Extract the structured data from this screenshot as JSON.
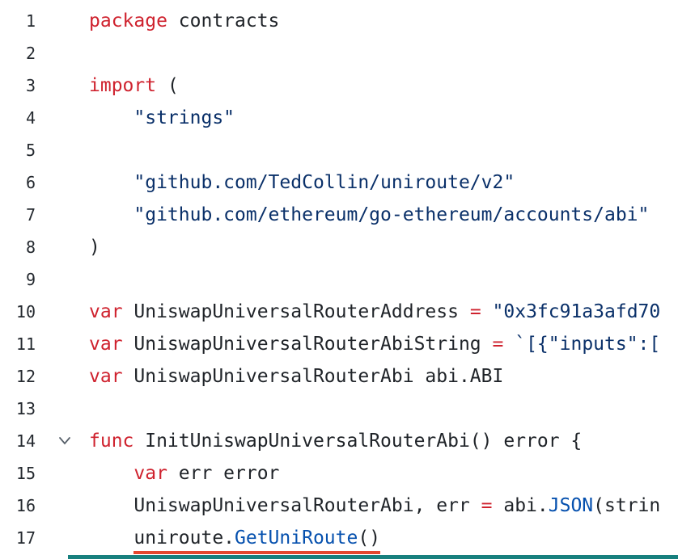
{
  "editor": {
    "language": "go",
    "colors": {
      "background": "#ffffff",
      "keyword": "#cf222e",
      "string": "#0a3069",
      "function": "#0550ae",
      "plain": "#1f2328",
      "line_number": "#24292f",
      "fold_icon": "#57606a",
      "error_underline": "#e5472f",
      "bottom_bar": "#17807e"
    },
    "icons": {
      "fold": "chevron-down-icon"
    },
    "lines": [
      {
        "num": "1",
        "tokens": [
          {
            "t": "package",
            "c": "keyword"
          },
          {
            "t": " contracts",
            "c": "plain"
          }
        ]
      },
      {
        "num": "2",
        "tokens": []
      },
      {
        "num": "3",
        "tokens": [
          {
            "t": "import",
            "c": "keyword"
          },
          {
            "t": " (",
            "c": "plain"
          }
        ]
      },
      {
        "num": "4",
        "tokens": [
          {
            "t": "    ",
            "c": "plain"
          },
          {
            "t": "\"strings\"",
            "c": "string"
          }
        ]
      },
      {
        "num": "5",
        "tokens": []
      },
      {
        "num": "6",
        "tokens": [
          {
            "t": "    ",
            "c": "plain"
          },
          {
            "t": "\"github.com/TedCollin/uniroute/v2\"",
            "c": "string"
          }
        ]
      },
      {
        "num": "7",
        "tokens": [
          {
            "t": "    ",
            "c": "plain"
          },
          {
            "t": "\"github.com/ethereum/go-ethereum/accounts/abi\"",
            "c": "string"
          }
        ]
      },
      {
        "num": "8",
        "tokens": [
          {
            "t": ")",
            "c": "plain"
          }
        ]
      },
      {
        "num": "9",
        "tokens": []
      },
      {
        "num": "10",
        "tokens": [
          {
            "t": "var",
            "c": "keyword"
          },
          {
            "t": " UniswapUniversalRouterAddress ",
            "c": "plain"
          },
          {
            "t": "=",
            "c": "keyword"
          },
          {
            "t": " ",
            "c": "plain"
          },
          {
            "t": "\"0x3fc91a3afd70",
            "c": "string"
          }
        ]
      },
      {
        "num": "11",
        "tokens": [
          {
            "t": "var",
            "c": "keyword"
          },
          {
            "t": " UniswapUniversalRouterAbiString ",
            "c": "plain"
          },
          {
            "t": "=",
            "c": "keyword"
          },
          {
            "t": " ",
            "c": "plain"
          },
          {
            "t": "`[{\"inputs\":[",
            "c": "string"
          }
        ]
      },
      {
        "num": "12",
        "tokens": [
          {
            "t": "var",
            "c": "keyword"
          },
          {
            "t": " UniswapUniversalRouterAbi abi.ABI",
            "c": "plain"
          }
        ]
      },
      {
        "num": "13",
        "tokens": []
      },
      {
        "num": "14",
        "fold": true,
        "tokens": [
          {
            "t": "func",
            "c": "keyword"
          },
          {
            "t": " InitUniswapUniversalRouterAbi() error {",
            "c": "plain"
          }
        ]
      },
      {
        "num": "15",
        "tokens": [
          {
            "t": "    ",
            "c": "plain"
          },
          {
            "t": "var",
            "c": "keyword"
          },
          {
            "t": " err error",
            "c": "plain"
          }
        ]
      },
      {
        "num": "16",
        "tokens": [
          {
            "t": "    UniswapUniversalRouterAbi, err ",
            "c": "plain"
          },
          {
            "t": "=",
            "c": "keyword"
          },
          {
            "t": " abi.",
            "c": "plain"
          },
          {
            "t": "JSON",
            "c": "function"
          },
          {
            "t": "(strin",
            "c": "plain"
          }
        ]
      },
      {
        "num": "17",
        "tokens": [
          {
            "t": "    ",
            "c": "plain"
          },
          {
            "t": "uniroute.",
            "c": "plain",
            "u": true
          },
          {
            "t": "GetUniRoute",
            "c": "function",
            "u": true
          },
          {
            "t": "()",
            "c": "plain",
            "u": true
          }
        ]
      }
    ]
  }
}
